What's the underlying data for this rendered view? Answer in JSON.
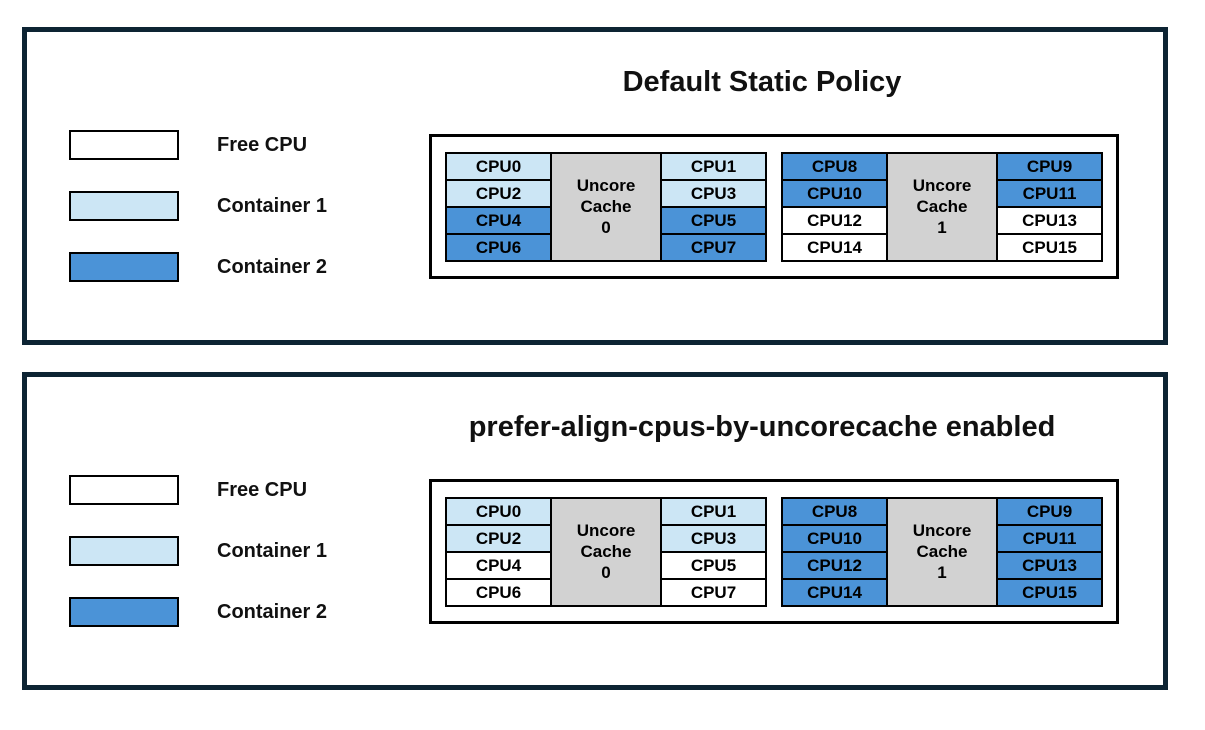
{
  "colors": {
    "free": "#ffffff",
    "container1": "#cce6f5",
    "container2": "#4b93d7",
    "uncore_cache": "#d2d2d2",
    "panel_border": "#0d2433",
    "cell_border": "#000000"
  },
  "legend": {
    "items": [
      {
        "label": "Free CPU",
        "color_key": "free"
      },
      {
        "label": "Container 1",
        "color_key": "container1"
      },
      {
        "label": "Container 2",
        "color_key": "container2"
      }
    ]
  },
  "panels": [
    {
      "title": "Default Static Policy",
      "groups": [
        {
          "cache_lines": [
            "Uncore",
            "Cache",
            "0"
          ],
          "left_cpus": [
            {
              "label": "CPU0",
              "owner": "container1"
            },
            {
              "label": "CPU2",
              "owner": "container1"
            },
            {
              "label": "CPU4",
              "owner": "container2"
            },
            {
              "label": "CPU6",
              "owner": "container2"
            }
          ],
          "right_cpus": [
            {
              "label": "CPU1",
              "owner": "container1"
            },
            {
              "label": "CPU3",
              "owner": "container1"
            },
            {
              "label": "CPU5",
              "owner": "container2"
            },
            {
              "label": "CPU7",
              "owner": "container2"
            }
          ]
        },
        {
          "cache_lines": [
            "Uncore",
            "Cache",
            "1"
          ],
          "left_cpus": [
            {
              "label": "CPU8",
              "owner": "container2"
            },
            {
              "label": "CPU10",
              "owner": "container2"
            },
            {
              "label": "CPU12",
              "owner": "free"
            },
            {
              "label": "CPU14",
              "owner": "free"
            }
          ],
          "right_cpus": [
            {
              "label": "CPU9",
              "owner": "container2"
            },
            {
              "label": "CPU11",
              "owner": "container2"
            },
            {
              "label": "CPU13",
              "owner": "free"
            },
            {
              "label": "CPU15",
              "owner": "free"
            }
          ]
        }
      ]
    },
    {
      "title": "prefer-align-cpus-by-uncorecache enabled",
      "groups": [
        {
          "cache_lines": [
            "Uncore",
            "Cache",
            "0"
          ],
          "left_cpus": [
            {
              "label": "CPU0",
              "owner": "container1"
            },
            {
              "label": "CPU2",
              "owner": "container1"
            },
            {
              "label": "CPU4",
              "owner": "free"
            },
            {
              "label": "CPU6",
              "owner": "free"
            }
          ],
          "right_cpus": [
            {
              "label": "CPU1",
              "owner": "container1"
            },
            {
              "label": "CPU3",
              "owner": "container1"
            },
            {
              "label": "CPU5",
              "owner": "free"
            },
            {
              "label": "CPU7",
              "owner": "free"
            }
          ]
        },
        {
          "cache_lines": [
            "Uncore",
            "Cache",
            "1"
          ],
          "left_cpus": [
            {
              "label": "CPU8",
              "owner": "container2"
            },
            {
              "label": "CPU10",
              "owner": "container2"
            },
            {
              "label": "CPU12",
              "owner": "container2"
            },
            {
              "label": "CPU14",
              "owner": "container2"
            }
          ],
          "right_cpus": [
            {
              "label": "CPU9",
              "owner": "container2"
            },
            {
              "label": "CPU11",
              "owner": "container2"
            },
            {
              "label": "CPU13",
              "owner": "container2"
            },
            {
              "label": "CPU15",
              "owner": "container2"
            }
          ]
        }
      ]
    }
  ]
}
